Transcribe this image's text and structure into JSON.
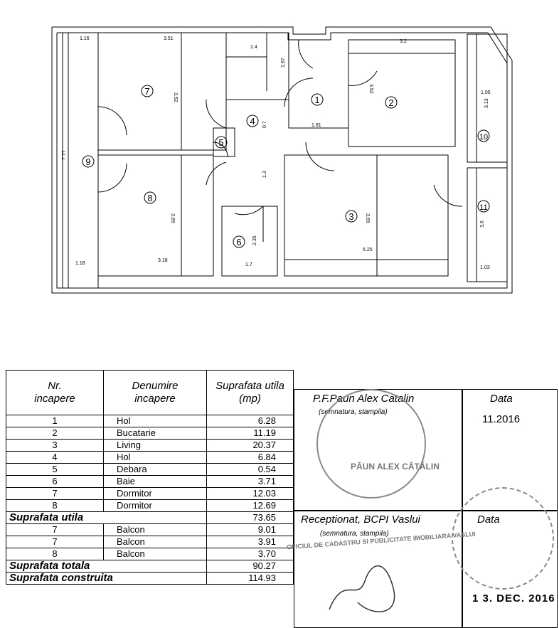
{
  "plan": {
    "rooms": [
      "1",
      "2",
      "3",
      "4",
      "5",
      "6",
      "7",
      "8",
      "9",
      "10",
      "11"
    ],
    "dims": [
      "1.16",
      "3.51",
      "1.4",
      "1.67",
      "3.2",
      "3.52",
      "1.81",
      "3.52",
      "0.7",
      "1.05",
      "3.13",
      "7.77",
      "3.69",
      "1.3",
      "3.69",
      "3.6",
      "2.35",
      "1.7",
      "5.25",
      "1.18",
      "3.18",
      "1.03"
    ]
  },
  "table": {
    "header": {
      "nr": "Nr.\nincapere",
      "name": "Denumire\nincapere",
      "area": "Suprafata utila\n(mp)"
    },
    "rows": [
      {
        "nr": "1",
        "name": "Hol",
        "area": "6.28"
      },
      {
        "nr": "2",
        "name": "Bucatarie",
        "area": "11.19"
      },
      {
        "nr": "3",
        "name": "Living",
        "area": "20.37"
      },
      {
        "nr": "4",
        "name": "Hol",
        "area": "6.84"
      },
      {
        "nr": "5",
        "name": "Debara",
        "area": "0.54"
      },
      {
        "nr": "6",
        "name": "Baie",
        "area": "3.71"
      },
      {
        "nr": "7",
        "name": "Dormitor",
        "area": "12.03"
      },
      {
        "nr": "8",
        "name": "Dormitor",
        "area": "12.69"
      }
    ],
    "useful_label": "Suprafata utila",
    "useful_value": "73.65",
    "balcony_rows": [
      {
        "nr": "7",
        "name": "Balcon",
        "area": "9.01"
      },
      {
        "nr": "7",
        "name": "Balcon",
        "area": "3.91"
      },
      {
        "nr": "8",
        "name": "Balcon",
        "area": "3.70"
      }
    ],
    "total_label": "Suprafata  totala",
    "total_value": "90.27",
    "built_label": "Suprafata construita",
    "built_value": "114.93"
  },
  "signature": {
    "pf_label": "P.F.Paun Alex Catalin",
    "pf_sub": "(semnatura, stampila)",
    "data_label": "Data",
    "data_value": "11.2016",
    "recv_label": "Receptionat, BCPI Vaslui",
    "recv_sub": "(semnatura, stampila)",
    "data2_label": "Data",
    "data2_value": "1 3. DEC. 2016",
    "stamp1_text": "PĂUN ALEX CĂTĂLIN",
    "stamp2_text": "OFICIUL DE CADASTRU SI PUBLICITATE IMOBILIARA VASLUI"
  }
}
